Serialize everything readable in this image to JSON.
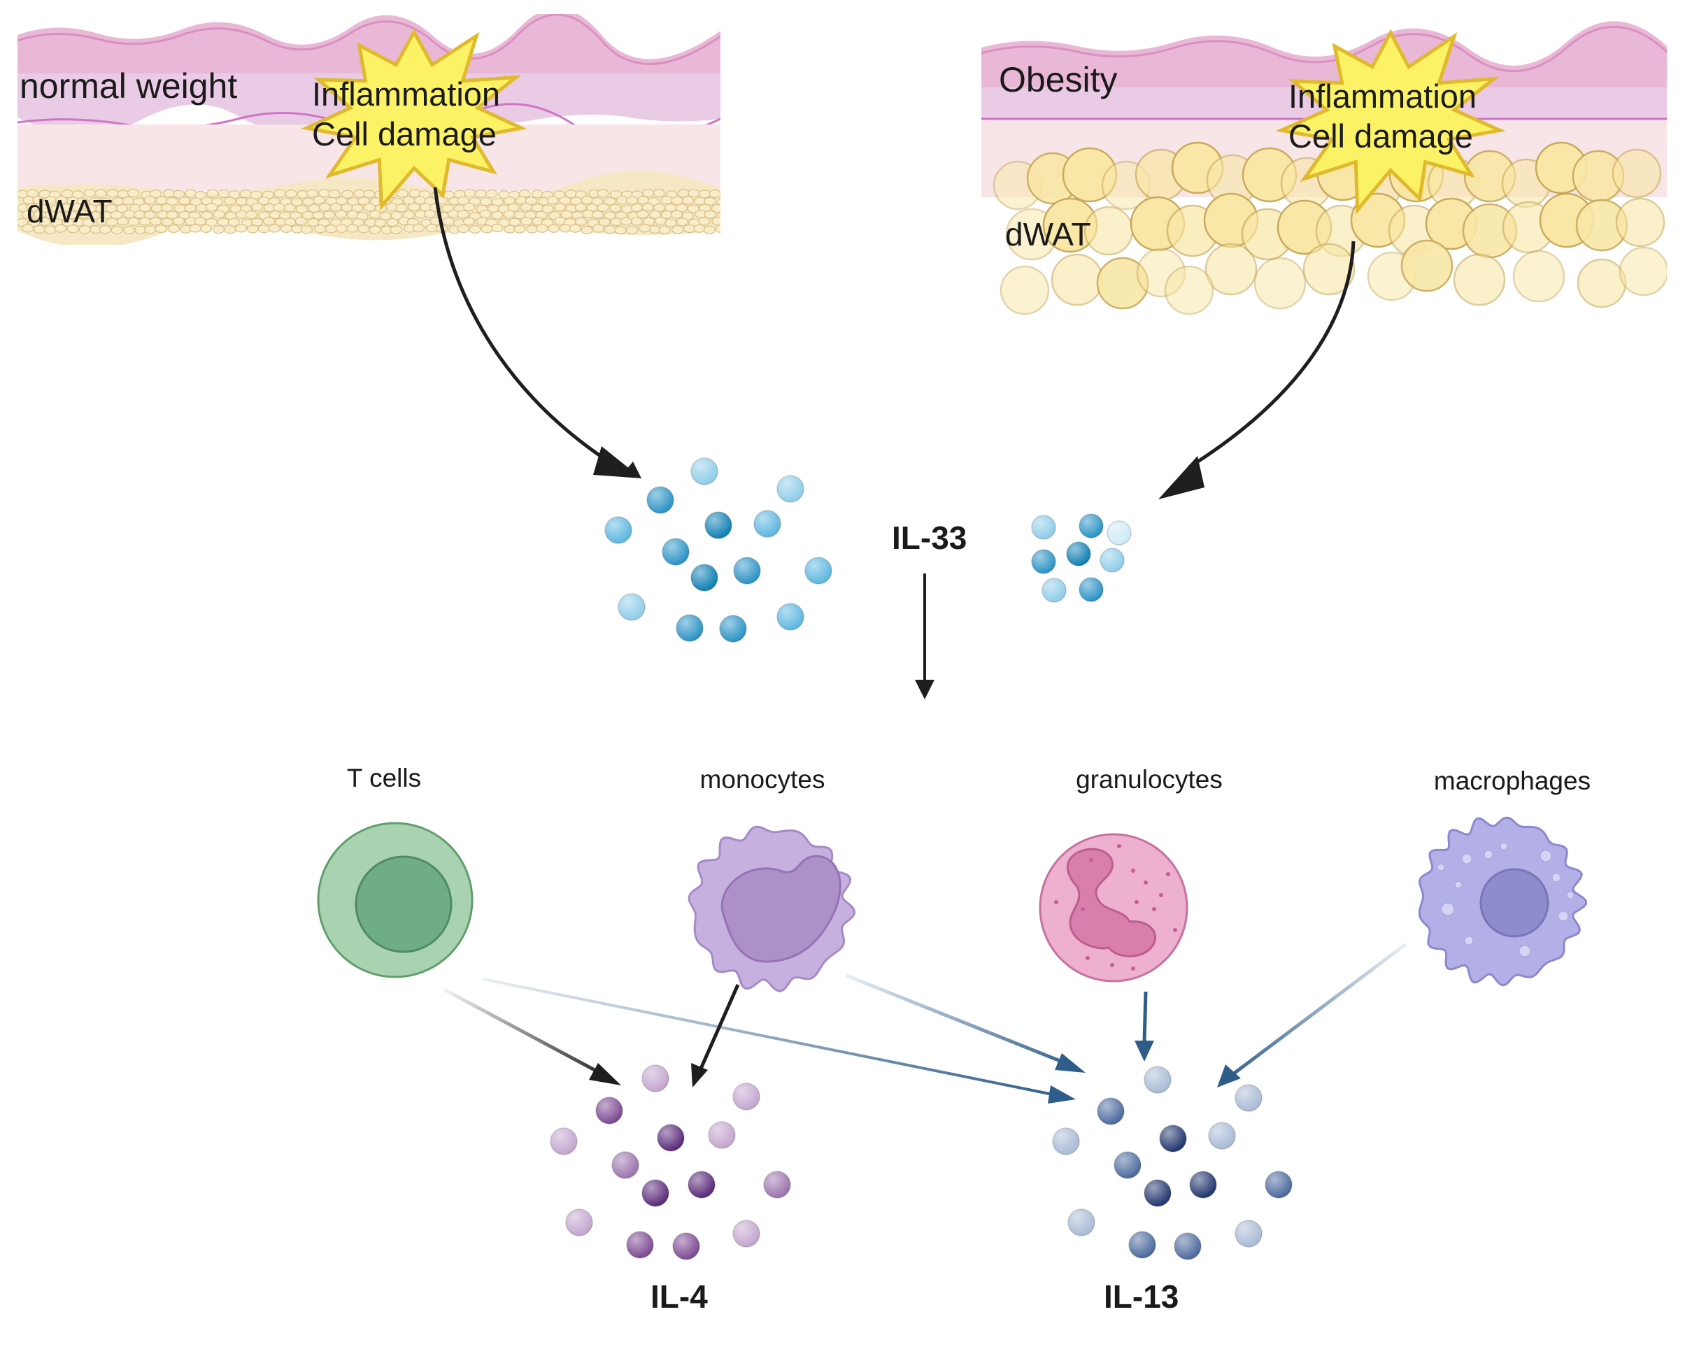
{
  "panels": {
    "normal": {
      "label": "normal weight",
      "tissue_label": "dWAT"
    },
    "obese": {
      "label": "Obesity",
      "tissue_label": "dWAT"
    }
  },
  "burst": {
    "line1": "Inflammation",
    "line2": "Cell damage"
  },
  "cytokines": {
    "il33": "IL-33",
    "il4": "IL-4",
    "il13": "IL-13"
  },
  "cells": {
    "t_cells": "T cells",
    "monocytes": "monocytes",
    "granulocytes": "granulocytes",
    "macrophages": "macrophages"
  },
  "colors": {
    "skin_top": "#e9b8d6",
    "skin_mid": "#eacbe6",
    "skin_low": "#f8e5e8",
    "adipocyte": "#f8e7a6",
    "burst_fill": "#fbf266",
    "burst_stroke": "#e0b92c",
    "il33": "#3aa6d6",
    "il4": "#7d4a93",
    "il13": "#4c6a9e",
    "t_cell": "#a9d3b0",
    "monocyte": "#c6b0df",
    "granulocyte": "#e8a7c8",
    "macrophage": "#b3b0e8",
    "arrow_dark": "#1e1e1e",
    "arrow_blue": "#2e5d8a"
  }
}
